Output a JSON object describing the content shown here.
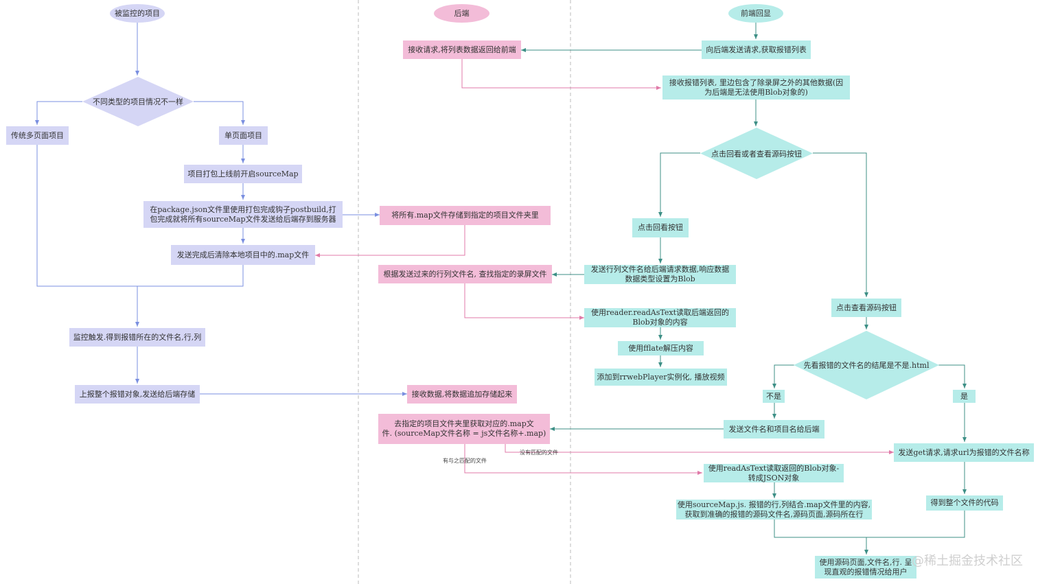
{
  "colors": {
    "purple_fill": "#d5d6f5",
    "purple_edge": "#7a8fe0",
    "pink_fill": "#f3bcd8",
    "pink_edge": "#e07aa8",
    "teal_fill": "#b6ece9",
    "teal_edge": "#3d8f86"
  },
  "lanes": {
    "monitored": "被监控的项目",
    "backend": "后端",
    "frontend": "前端回显"
  },
  "monitored": {
    "decision": "不同类型的项目情况不一样",
    "multi_page": "传统多页面项目",
    "single_page": "单页面项目",
    "enable_sourcemap": "项目打包上线前开启sourceMap",
    "postbuild_line1": "在package.json文件里使用打包完成钩子postbuild,打",
    "postbuild_line2": "包完成就将所有sourceMap文件发送给后端存到服务器",
    "clear_map": "发送完成后清除本地项目中的.map文件",
    "monitor_trigger": "监控触发.得到报错所在的文件名,行,列",
    "report": "上报整个报错对象,发送给后端存储"
  },
  "backend": {
    "return_list": "接收请求,将列表数据返回给前端",
    "store_map": "将所有.map文件存储到指定的项目文件夹里",
    "find_recording": "根据发送过来的行列文件名, 查找指定的录屏文件",
    "receive_data": "接收数据,将数据追加存储起来",
    "fetch_map_line1": "去指定的项目文件夹里获取对应的.map文",
    "fetch_map_line2": "件. (sourceMap文件名称 = js文件名称+.map)",
    "label_matched": "有与之匹配的文件",
    "label_unmatched": "没有匹配的文件"
  },
  "frontend": {
    "request_list": "向后端发送请求,获取报错列表",
    "receive_list_line1": "接收报错列表, 里边包含了除录屏之外的其他数据(因",
    "receive_list_line2": "为后端是无法使用Blob对象的)",
    "decision_click": "点击回看或者查看源码按钮",
    "replay_button": "点击回看按钮",
    "send_rowcol_line1": "发送行列文件名给后端请求数据,响应数据",
    "send_rowcol_line2": "数据类型设置为Blob",
    "read_blob_line1": "使用reader.readAsText读取后端返回的",
    "read_blob_line2": "Blob对象的内容",
    "fflate": "使用fflate解压内容",
    "rrweb": "添加到rrwebPlayer实例化, 播放视频",
    "source_button": "点击查看源码按钮",
    "decision_html": "先看报错的文件名的结尾是不是.html",
    "no": "不是",
    "yes": "是",
    "send_filename": "发送文件名和项目名给后端",
    "send_get": "发送get请求,请求url为报错的文件名称",
    "read_json_line1": "使用readAsText读取返回的Blob对象-",
    "read_json_line2": "转成JSON对象",
    "sourcemap_js_line1": "使用sourceMap.js. 报错的行,列结合.map文件里的内容,",
    "sourcemap_js_line2": "获取到准确的报错的源码文件名,源码页面,源码所在行",
    "whole_code": "得到整个文件的代码",
    "final_line1": "使用源码页面,文件名,行. 呈",
    "final_line2": "现直观的报错情况给用户"
  },
  "watermark": "@稀土掘金技术社区"
}
